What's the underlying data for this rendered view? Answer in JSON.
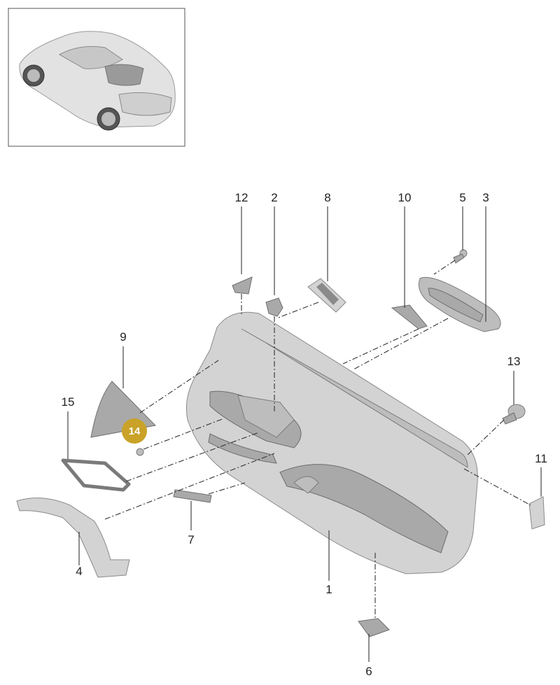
{
  "diagram": {
    "callouts": [
      {
        "id": "c12",
        "label": "12"
      },
      {
        "id": "c2",
        "label": "2"
      },
      {
        "id": "c8",
        "label": "8"
      },
      {
        "id": "c10",
        "label": "10"
      },
      {
        "id": "c5",
        "label": "5"
      },
      {
        "id": "c3",
        "label": "3"
      },
      {
        "id": "c9",
        "label": "9"
      },
      {
        "id": "c13",
        "label": "13"
      },
      {
        "id": "c15",
        "label": "15"
      },
      {
        "id": "c11",
        "label": "11"
      },
      {
        "id": "c7",
        "label": "7"
      },
      {
        "id": "c4",
        "label": "4"
      },
      {
        "id": "c1",
        "label": "1"
      },
      {
        "id": "c6",
        "label": "6"
      }
    ],
    "highlighted": {
      "label": "14",
      "color": "#c9a227"
    },
    "colors": {
      "part_fill": "#d3d3d3",
      "part_stroke": "#8a8a8a",
      "line": "#333333"
    }
  }
}
